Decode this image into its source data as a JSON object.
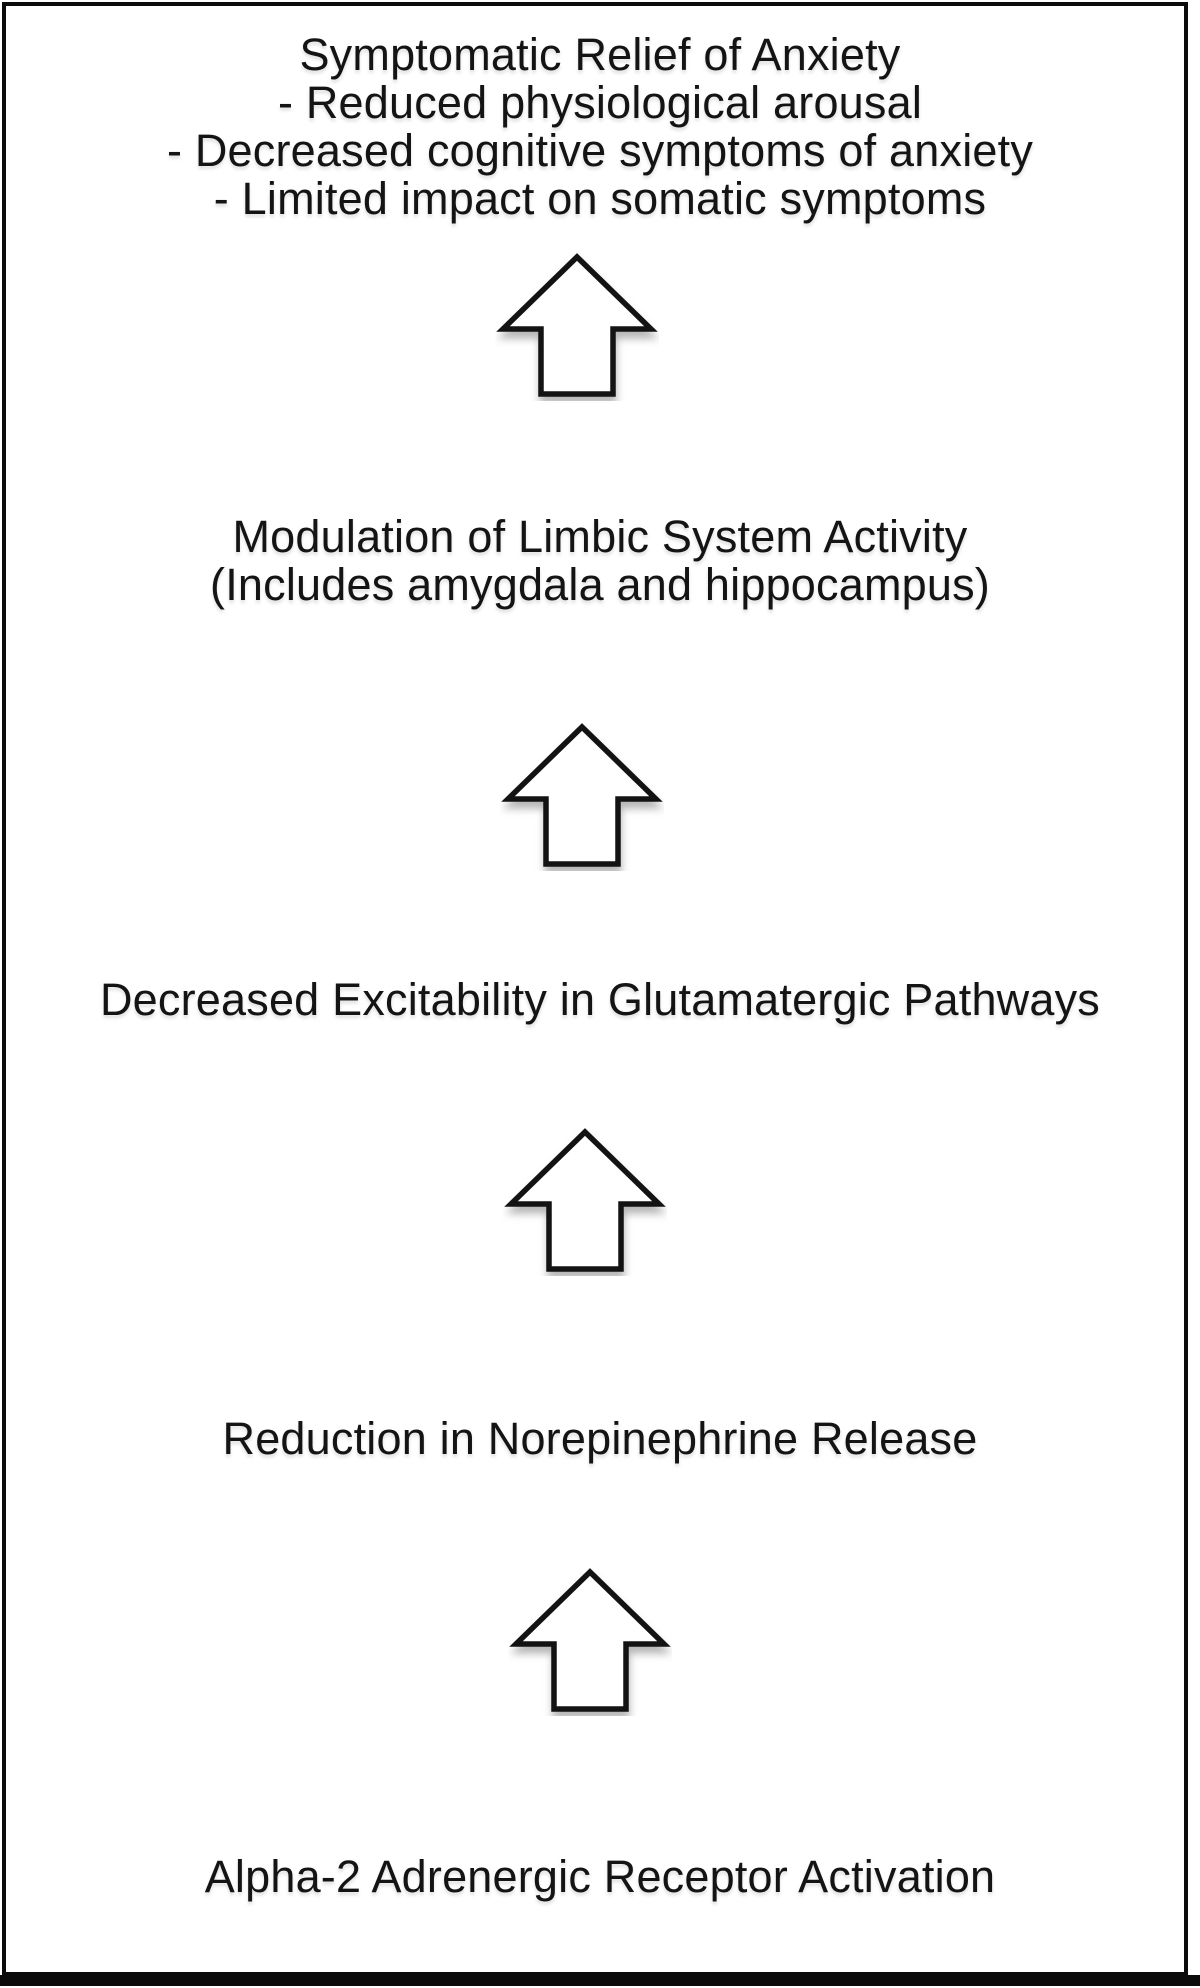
{
  "diagram": {
    "description": "Vertical mechanism-of-action flow diagram with upward block arrows",
    "levels": [
      {
        "lines": [
          "Symptomatic Relief of Anxiety",
          "- Reduced physiological arousal",
          "- Decreased cognitive symptoms of anxiety",
          "- Limited impact on somatic symptoms"
        ]
      },
      {
        "lines": [
          "Modulation of Limbic System Activity",
          "(Includes amygdala and hippocampus)"
        ]
      },
      {
        "lines": [
          "Decreased Excitability in Glutamatergic Pathways"
        ]
      },
      {
        "lines": [
          "Reduction in Norepinephrine Release"
        ]
      },
      {
        "lines": [
          "Alpha-2 Adrenergic Receptor Activation"
        ]
      }
    ],
    "arrow_icon": "up-block-arrow",
    "arrow_count": 4,
    "colors": {
      "background": "#ffffff",
      "border": "#0b0b0b",
      "text": "#141414",
      "arrow_fill": "#ffffff",
      "arrow_stroke": "#131313",
      "arrow_shadow": "#6e6e6e"
    }
  }
}
